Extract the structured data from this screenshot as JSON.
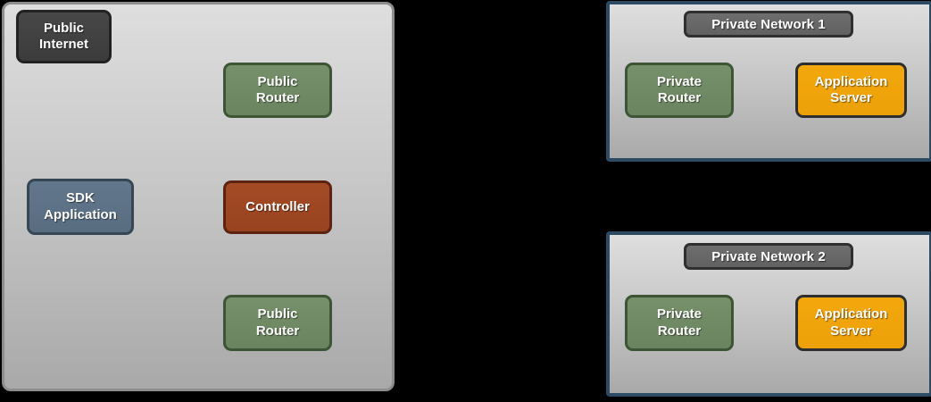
{
  "diagram": {
    "background_color": "#000000",
    "regions": [
      {
        "id": "public-cloud",
        "kind": "panel",
        "title": "",
        "border_color": "#8d8d8d",
        "fill_top": "#dedede",
        "fill_bottom": "#a9a9a9"
      },
      {
        "id": "private-network-1",
        "kind": "panel",
        "title": "Private Network 1",
        "border_color": "#2c4a63",
        "fill_top": "#dedede",
        "fill_bottom": "#a9a9a9"
      },
      {
        "id": "private-network-2",
        "kind": "panel",
        "title": "Private Network 2",
        "border_color": "#2c4a63",
        "fill_top": "#dedede",
        "fill_bottom": "#a9a9a9"
      }
    ],
    "nodes": {
      "public_internet": {
        "line1": "Public",
        "line2": "Internet",
        "color": "#3c3c3c",
        "border_color": "#222222"
      },
      "public_router_top": {
        "line1": "Public",
        "line2": "Router",
        "color": "#6b8460",
        "border_color": "#3d5435"
      },
      "sdk_application": {
        "line1": "SDK",
        "line2": "Application",
        "color": "#596d81",
        "border_color": "#354655"
      },
      "controller": {
        "line1": "Controller",
        "line2": "",
        "color": "#99421f",
        "border_color": "#5c2310"
      },
      "public_router_bottom": {
        "line1": "Public",
        "line2": "Router",
        "color": "#6b8460",
        "border_color": "#3d5435"
      },
      "private_router_1": {
        "line1": "Private",
        "line2": "Router",
        "color": "#6b8460",
        "border_color": "#3d5435"
      },
      "application_server_1": {
        "line1": "Application",
        "line2": "Server",
        "color": "#eda109",
        "border_color": "#2e2e2e"
      },
      "private_router_2": {
        "line1": "Private",
        "line2": "Router",
        "color": "#6b8460",
        "border_color": "#3d5435"
      },
      "application_server_2": {
        "line1": "Application",
        "line2": "Server",
        "color": "#eda109",
        "border_color": "#2e2e2e"
      }
    }
  }
}
